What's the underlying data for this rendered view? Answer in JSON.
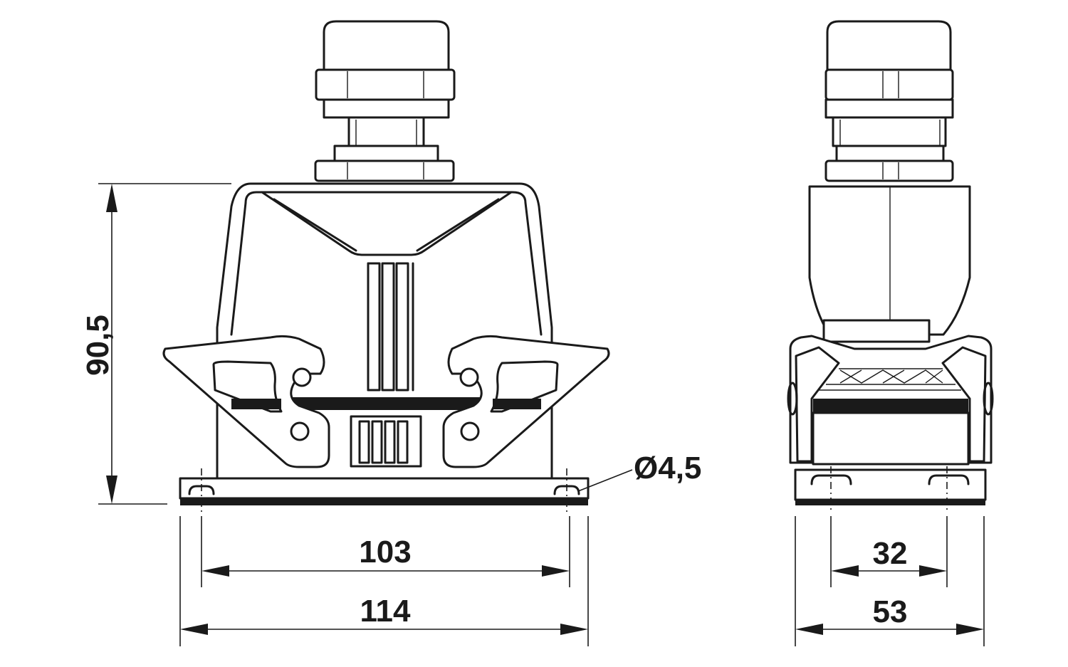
{
  "dimensions": {
    "height": "90,5",
    "hole_pitch_front": "103",
    "width_front": "114",
    "hole_diameter": "Ø4,5",
    "hole_pitch_side": "32",
    "width_side": "53"
  },
  "colors": {
    "line": "#1a1a1a",
    "background": "#ffffff"
  }
}
